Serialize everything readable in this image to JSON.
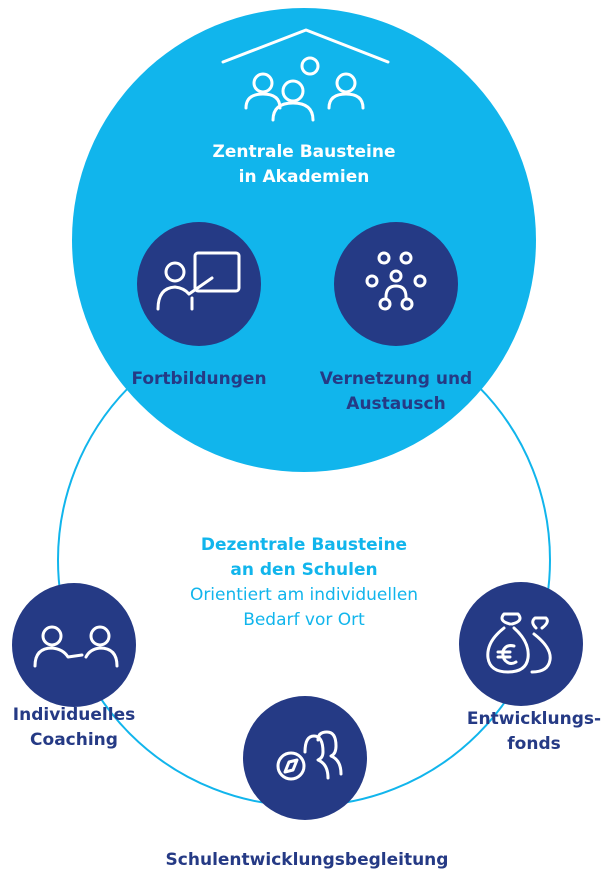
{
  "central": {
    "title_line1": "Zentrale Bausteine",
    "title_line2": "in Akademien",
    "icon": "house-with-people-icon",
    "items": [
      {
        "label": "Fortbildungen",
        "icon": "teacher-presentation-icon"
      },
      {
        "label_line1": "Vernetzung und",
        "label_line2": "Austausch",
        "icon": "network-people-icon"
      }
    ]
  },
  "decentral": {
    "title_line1": "Dezentrale Bausteine",
    "title_line2": "an den Schulen",
    "subtitle_line1": "Orientiert am individuellen",
    "subtitle_line2": "Bedarf vor Ort",
    "items": [
      {
        "label_line1": "Individuelles",
        "label_line2": "Coaching",
        "icon": "coaching-people-icon"
      },
      {
        "label": "Schulentwicklungsbegleitung",
        "icon": "compass-people-icon"
      },
      {
        "label_line1": "Entwicklungs-",
        "label_line2": "fonds",
        "icon": "money-bags-icon"
      }
    ]
  },
  "colors": {
    "cyan": "#11b5ec",
    "navy": "#253a85",
    "white": "#ffffff"
  }
}
